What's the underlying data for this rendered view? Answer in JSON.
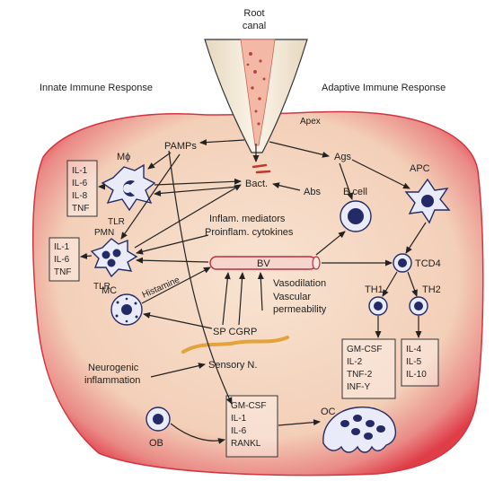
{
  "header": {
    "root_canal": [
      "Root",
      "canal"
    ],
    "innate": "Innate Immune Response",
    "adaptive": "Adaptive Immune Response"
  },
  "labels": {
    "apex": "Apex",
    "pamps": "PAMPs",
    "ags": "Ags",
    "bact": "Bact.",
    "abs": "Abs",
    "b_cell": "B cell",
    "apc": "APC",
    "macrophage": "Mϕ",
    "tlr_1": "TLR",
    "pmn": "PMN",
    "tlr_2": "TLR",
    "inflam_mediators": "Inflam. mediators",
    "proinflam_cytokines": "Proinflam. cytokines",
    "bv": "BV",
    "tcd4": "TCD4",
    "mc": "MC",
    "histamine": "Histamine",
    "vasodilation": "Vasodilation",
    "vascular": "Vascular",
    "permeability": "permeability",
    "th1": "TH1",
    "th2": "TH2",
    "sp_cgrp": "SP CGRP",
    "sensory_n": "Sensory N.",
    "neurogenic": "Neurogenic",
    "inflammation": "inflammation",
    "ob": "OB",
    "oc": "OC"
  },
  "boxes": {
    "macrophage_cytokines": [
      "IL-1",
      "IL-6",
      "IL-8",
      "TNF"
    ],
    "pmn_cytokines": [
      "IL-1",
      "IL-6",
      "TNF"
    ],
    "th1_cytokines": [
      "GM-CSF",
      "IL-2",
      "TNF-2",
      "INF-Y"
    ],
    "th2_cytokines": [
      "IL-4",
      "IL-5",
      "IL-10"
    ],
    "ob_cytokines": [
      "GM-CSF",
      "IL-1",
      "IL-6",
      "RANKL"
    ]
  },
  "colors": {
    "lesion_fill": "#f6dcc6",
    "lesion_rim": "#e0404a",
    "cell_fill": "#e9ecf8",
    "nucleus": "#242a66",
    "nerve": "#e3a23a",
    "root": "#f1e6d2"
  }
}
